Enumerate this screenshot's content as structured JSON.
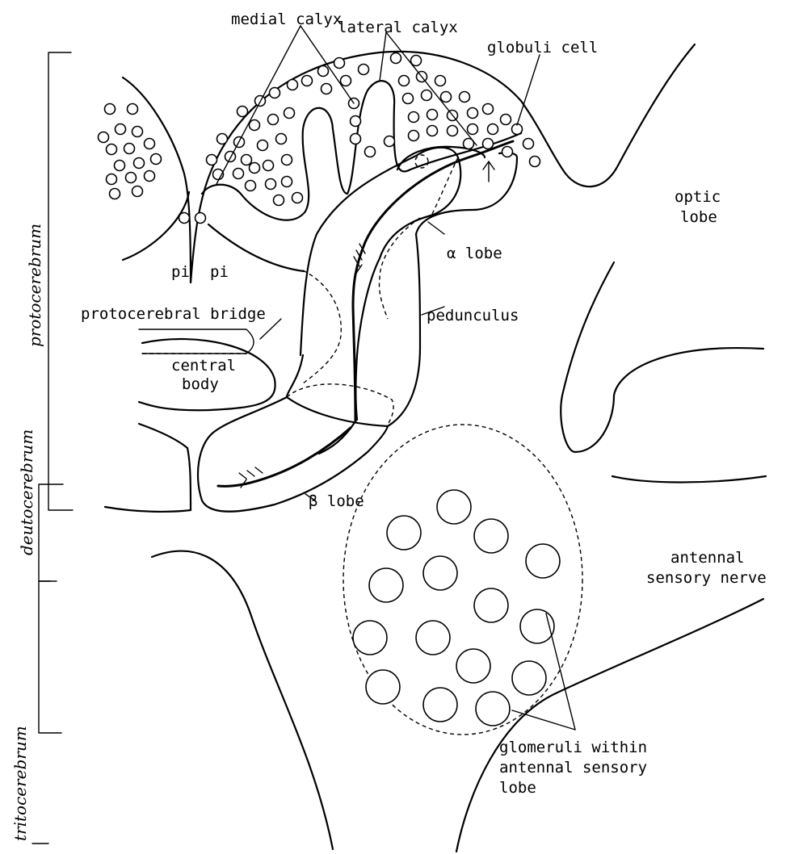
{
  "labels": {
    "medial_calyx": "medial calyx",
    "lateral_calyx": "lateral calyx",
    "globuli_cell": "globuli cell",
    "optic_lobe_1": "optic",
    "optic_lobe_2": "lobe",
    "pi_left": "pi",
    "pi_right": "pi",
    "alpha_lobe": "α lobe",
    "pedunculus": "pedunculus",
    "protocerebral_bridge": "protocerebral bridge",
    "central_body_1": "central",
    "central_body_2": "body",
    "beta_lobe": "β lobe",
    "antennal_sensory_nerve_1": "antennal",
    "antennal_sensory_nerve_2": "sensory nerve",
    "glomeruli_1": "glomeruli within",
    "glomeruli_2": "antennal sensory",
    "glomeruli_3": "lobe"
  },
  "brain_regions": {
    "protocerebrum": "protocerebrum",
    "deutocerebrum": "deutocerebrum",
    "tritocerebrum": "tritocerebrum"
  }
}
